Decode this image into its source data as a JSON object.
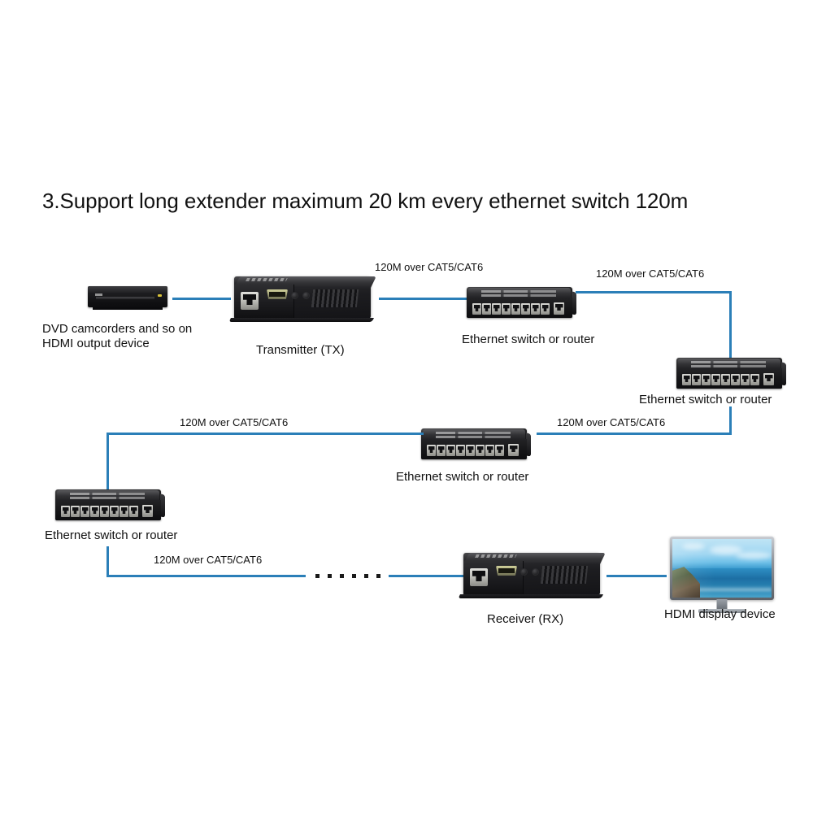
{
  "title": "3.Support long extender maximum 20 km every ethernet switch 120m",
  "colors": {
    "line": "#2b7fb8",
    "text": "#111111",
    "background": "#ffffff"
  },
  "devices": {
    "source": {
      "label_line1": "DVD camcorders and so on",
      "label_line2": "HDMI output device",
      "icon": "dvd-player-icon"
    },
    "transmitter": {
      "label": "Transmitter (TX)",
      "icon": "hdmi-extender-transmitter-icon"
    },
    "switch_1": {
      "label": "Ethernet switch or router",
      "icon": "ethernet-switch-icon"
    },
    "switch_2": {
      "label": "Ethernet switch or router",
      "icon": "ethernet-switch-icon"
    },
    "switch_3": {
      "label": "Ethernet switch or router",
      "icon": "ethernet-switch-icon"
    },
    "switch_4": {
      "label": "Ethernet switch or router",
      "icon": "ethernet-switch-icon"
    },
    "receiver": {
      "label": "Receiver (RX)",
      "icon": "hdmi-extender-receiver-icon"
    },
    "display": {
      "label": "HDMI display device",
      "icon": "television-icon"
    }
  },
  "links": [
    {
      "id": "link_tx_sw1",
      "label": "120M over CAT5/CAT6"
    },
    {
      "id": "link_sw1_sw2",
      "label": "120M over CAT5/CAT6"
    },
    {
      "id": "link_sw2_sw3",
      "label": "120M over CAT5/CAT6"
    },
    {
      "id": "link_sw3_sw4",
      "label": "120M over CAT5/CAT6"
    },
    {
      "id": "link_sw4_rx",
      "label": "120M over CAT5/CAT6"
    }
  ],
  "switch_ports": {
    "main_group_count": 8,
    "uplink_count": 1
  },
  "continuation_dots": 6
}
